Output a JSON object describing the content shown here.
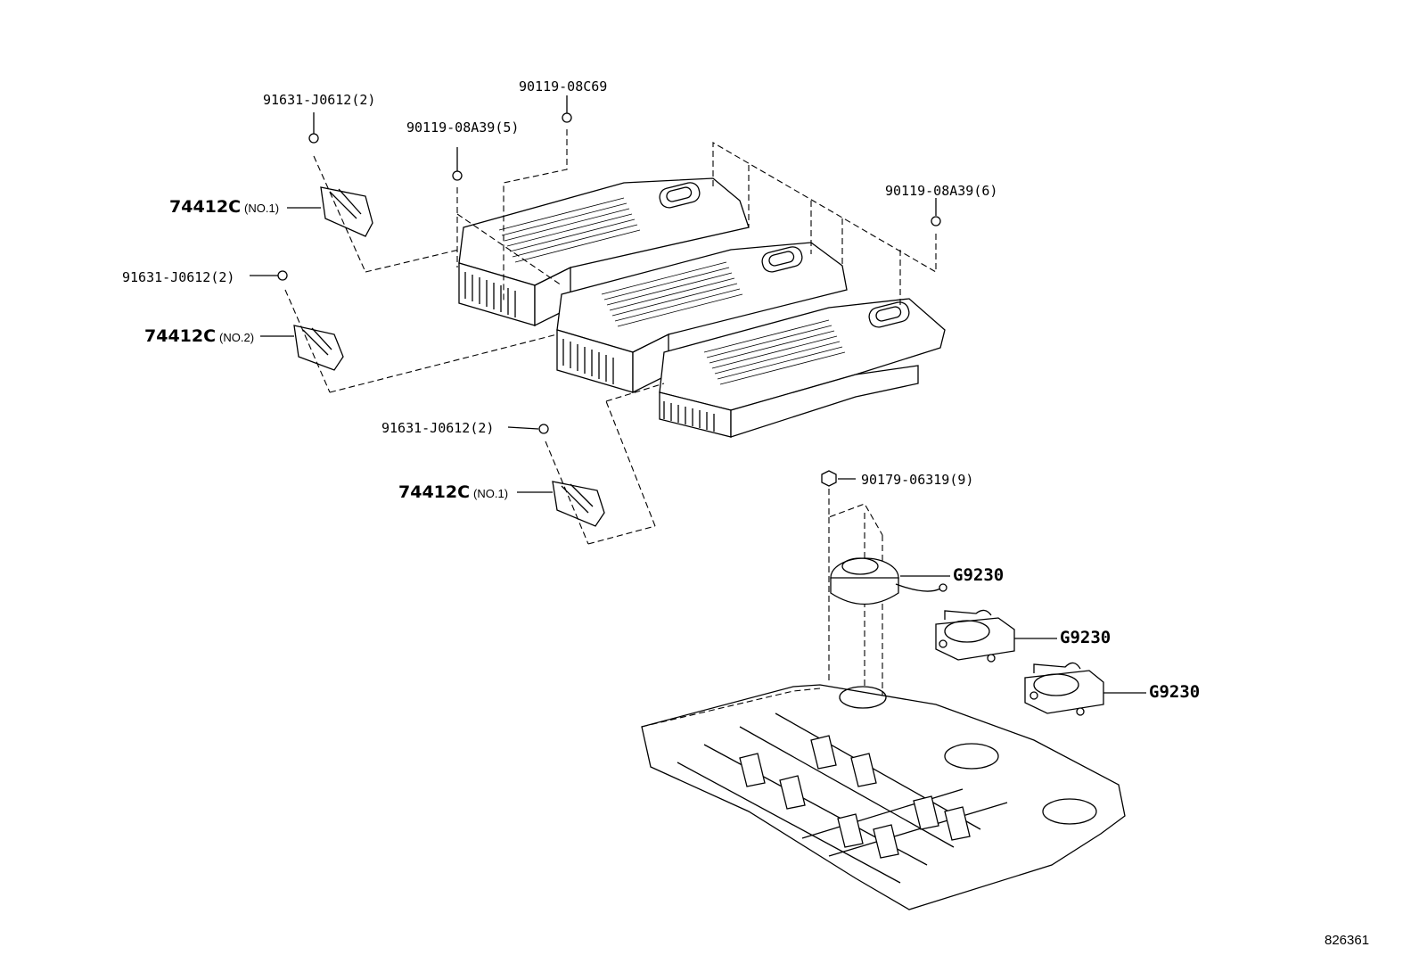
{
  "diagram": {
    "reference_number": "826361",
    "labels": {
      "screw_top_left": "91631-J0612(2)",
      "screw_mid_left": "91631-J0612(2)",
      "screw_lower": "91631-J0612(2)",
      "bolt_c69": "90119-08C69",
      "bolt_5": "90119-08A39(5)",
      "bolt_6": "90119-08A39(6)",
      "nut_9": "90179-06319(9)",
      "bracket_1_code": "74412C",
      "bracket_1_tag": "(NO.1)",
      "bracket_2_code": "74412C",
      "bracket_2_tag": "(NO.2)",
      "bracket_3_code": "74412C",
      "bracket_3_tag": "(NO.1)",
      "blower_1": "G9230",
      "blower_2": "G9230",
      "blower_3": "G9230"
    }
  }
}
